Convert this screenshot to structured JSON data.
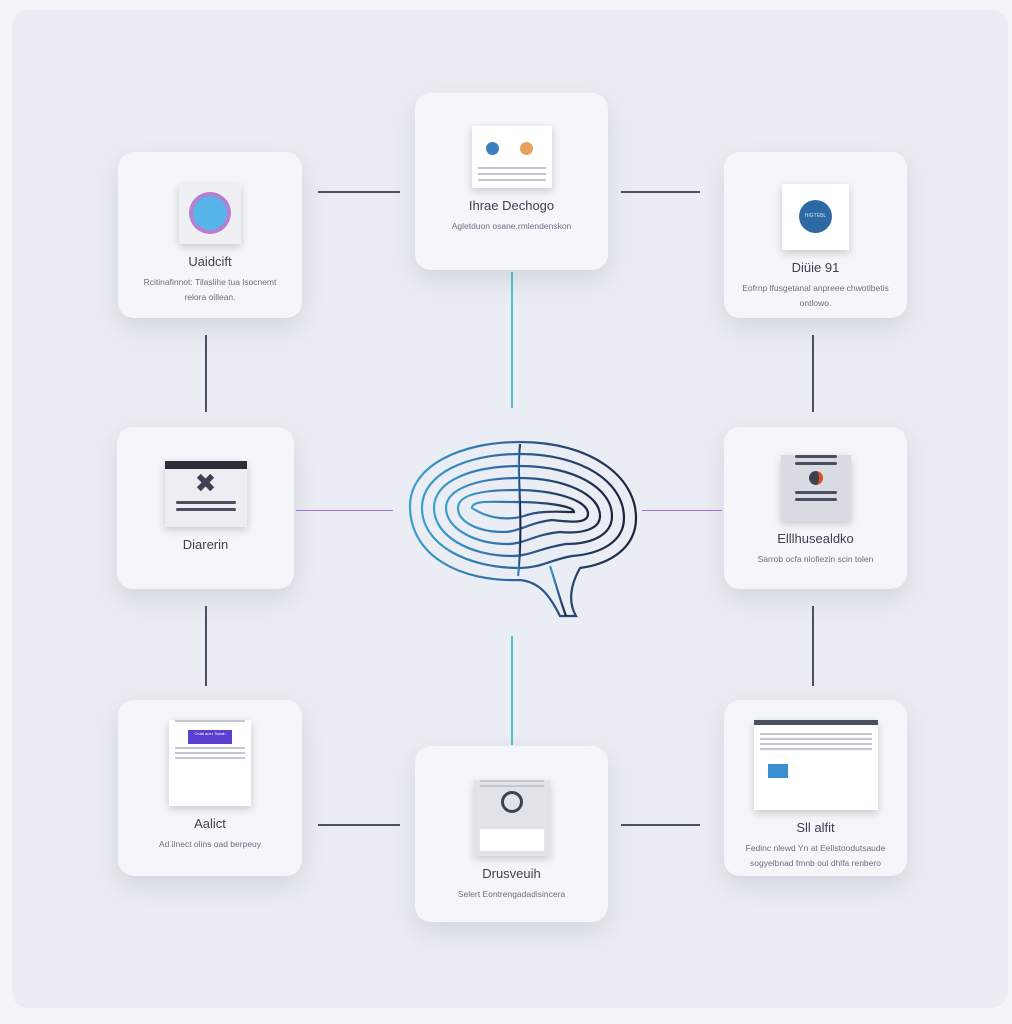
{
  "nodes": {
    "top_left": {
      "title": "Uaidcift",
      "desc": "Rcitinafinnot: Tilaslihe tua lsocnemt relora oillean."
    },
    "top_center": {
      "title": "Ihrae Dechogo",
      "desc": "Agletduon osane.rmlendenskon"
    },
    "top_right": {
      "title": "Diüie 91",
      "desc": "Eofrnp lfusgetanal anpreee chwotlbetis ontlowo.",
      "badge": "HIGTEBL"
    },
    "mid_left": {
      "title": "Diarerin"
    },
    "mid_right": {
      "title": "Elllhusealdko",
      "desc": "Sarrob ocfa nlofiezin scin tolen"
    },
    "bottom_left": {
      "title": "Aalict",
      "desc": "Ad ilnect olins oad berpeuy",
      "button": "Onlat auer Tsulah"
    },
    "bottom_center": {
      "title": "Drusveuih",
      "desc": "Selert Eontrengadadisincera"
    },
    "bottom_right": {
      "title": "Sll alfit",
      "desc": "Fedinc nlewd Yn at Eellstoodutsaude sogyelbnad fmnb oul dhlfa renbero"
    }
  },
  "colors": {
    "connector": "#4a5060",
    "vertical_flow": "#4fbfcf",
    "horizontal_flow": "#a76ce0",
    "brain": "#2f6fa8"
  }
}
